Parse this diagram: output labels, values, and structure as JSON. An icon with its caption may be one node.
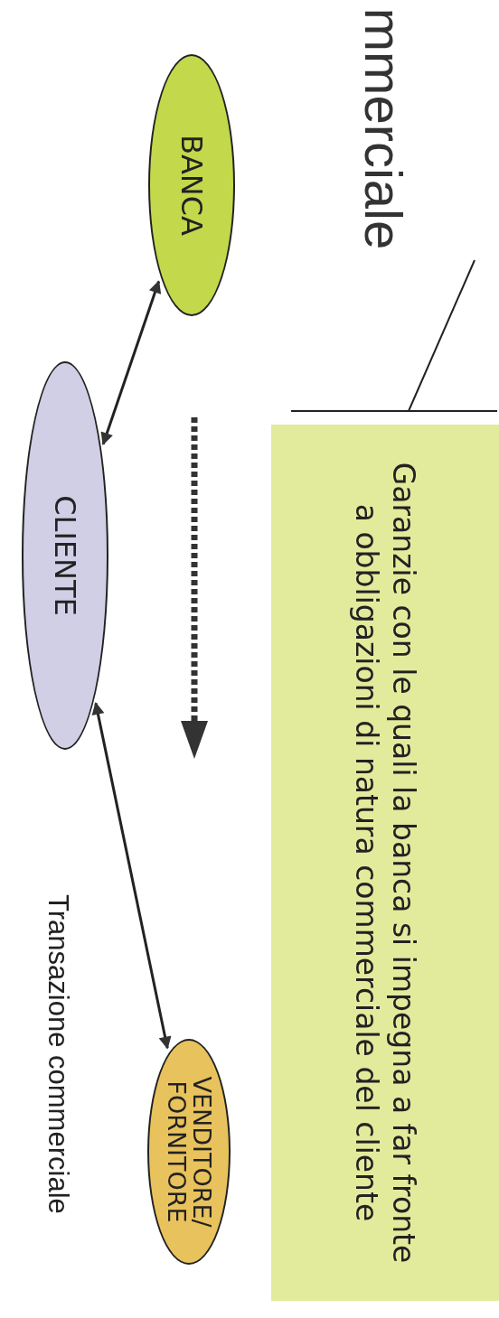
{
  "diagram": {
    "nodes": [
      {
        "text": [
          "mmerciale"
        ]
      },
      {
        "text": [
          "BANCA"
        ]
      },
      {
        "text": [
          "CLIENTE"
        ]
      },
      {
        "text": [
          "VENDITORE/ FORNITORE"
        ]
      },
      {
        "text": [
          "Garanzie con le quali la banca si impegna a far fronte a obbligazioni di natura commerciale del cliente"
        ]
      }
    ],
    "edges": [
      {
        "from": 0,
        "to": 4,
        "arrow": "none"
      },
      {
        "from": 1,
        "to": 2,
        "arrow": "both"
      },
      {
        "from": 2,
        "to": 3,
        "arrow": "both"
      }
    ],
    "labels": [
      "Transazione commerciale"
    ]
  }
}
